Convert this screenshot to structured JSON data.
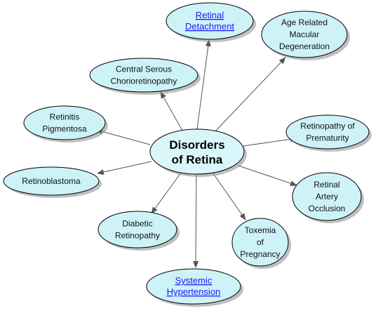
{
  "colors": {
    "node_fill": "#cdf3f8",
    "center_fill": "#d9f7fb",
    "edge": "#555555",
    "link": "#1a1aff"
  },
  "center": {
    "line1": "Disorders",
    "line2": "of Retina"
  },
  "nodes": [
    {
      "id": "retinal-detachment",
      "lines": [
        "Retinal",
        "Detachment"
      ],
      "link": true
    },
    {
      "id": "age-related-macular-degeneration",
      "lines": [
        "Age Related",
        "Macular",
        "Degeneration"
      ],
      "link": false
    },
    {
      "id": "central-serous-chorioretinopathy",
      "lines": [
        "Central Serous",
        "Chorioretinopathy"
      ],
      "link": false
    },
    {
      "id": "retinitis-pigmentosa",
      "lines": [
        "Retinitis",
        "Pigmentosa"
      ],
      "link": false
    },
    {
      "id": "retinopathy-of-prematurity",
      "lines": [
        "Retinopathy of",
        "Prematurity"
      ],
      "link": false
    },
    {
      "id": "retinoblastoma",
      "lines": [
        "Retinoblastoma"
      ],
      "link": false
    },
    {
      "id": "retinal-artery-occlusion",
      "lines": [
        "Retinal",
        "Artery",
        "Occlusion"
      ],
      "link": false
    },
    {
      "id": "diabetic-retinopathy",
      "lines": [
        "Diabetic",
        "Retinopathy"
      ],
      "link": false
    },
    {
      "id": "toxemia-of-pregnancy",
      "lines": [
        "Toxemia",
        "of",
        "Pregnancy"
      ],
      "link": false
    },
    {
      "id": "systemic-hypertension",
      "lines": [
        "Systemic",
        "Hypertension"
      ],
      "link": true
    }
  ]
}
